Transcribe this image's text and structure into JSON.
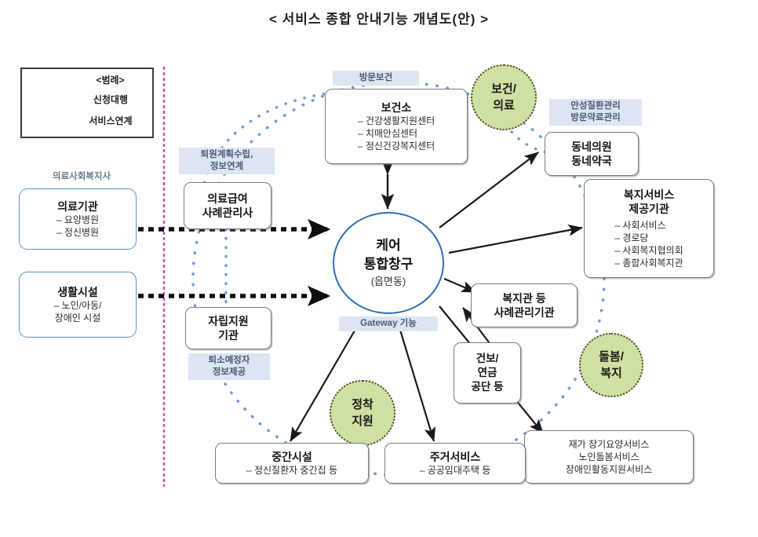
{
  "title": "< 서비스 종합 안내기능 개념도(안) >",
  "legend": {
    "heading": "<범례>",
    "items": [
      {
        "label": "신청대행",
        "style": "thick-dashed-arrow"
      },
      {
        "label": "서비스연계",
        "style": "thin-solid-arrow"
      }
    ]
  },
  "hub": {
    "line1": "케어",
    "line2": "통합창구",
    "line3": "(읍면동)",
    "caption": "Gateway 기능"
  },
  "domains": [
    {
      "name": "보건-의료",
      "line1": "보건/",
      "line2": "의료",
      "color": "#cfe0a3"
    },
    {
      "name": "돌봄-복지",
      "line1": "돌봄/",
      "line2": "복지",
      "color": "#cfe0a3"
    },
    {
      "name": "정착-지원",
      "line1": "정착",
      "line2": "지원",
      "color": "#cfe0a3"
    }
  ],
  "left_nodes": [
    {
      "caption": "의료사회복지사",
      "heading": "의료기관",
      "items": [
        "– 요양병원",
        "– 정신병원"
      ]
    },
    {
      "caption": "",
      "heading": "생활시설",
      "items": [
        "– 노인/아동/",
        "장애인 시설"
      ]
    }
  ],
  "mid_nodes": [
    {
      "caption": "퇴원계획수립,\n정보연계",
      "caption_l1": "퇴원계획수립,",
      "caption_l2": "정보연계",
      "line1": "의료급여",
      "line2": "사례관리사"
    },
    {
      "line1": "자립지원",
      "line2": "기관",
      "note_l1": "퇴소예정자",
      "note_l2": "정보제공"
    }
  ],
  "top_nodes": [
    {
      "caption": "방문보건",
      "heading": "보건소",
      "items": [
        "– 건강생활지원센터",
        "– 치매안심센터",
        "– 정신건강복지센터"
      ]
    }
  ],
  "right_nodes": [
    {
      "caption_l1": "만성질환관리",
      "caption_l2": "방문약료관리",
      "line1": "동네의원",
      "line2": "동네약국"
    },
    {
      "heading_l1": "복지서비스",
      "heading_l2": "제공기관",
      "items": [
        "– 사회서비스",
        "– 경로당",
        "– 사회복지협의회",
        "– 종합사회복지관"
      ]
    },
    {
      "line1": "복지관 등",
      "line2": "사례관리기관"
    },
    {
      "line1": "건보/",
      "line2": "연금",
      "line3": "공단 등"
    },
    {
      "line1": "재가 장기요양서비스",
      "line2": "노인돌봄서비스",
      "line3": "장애인활동지원서비스"
    }
  ],
  "bottom_nodes": [
    {
      "heading": "중간시설",
      "items": [
        "– 정신질환자 중간집 등"
      ]
    },
    {
      "heading": "주거서비스",
      "items": [
        "– 공공임대주택 등"
      ]
    }
  ],
  "colors": {
    "hub_border": "#2f6fb5",
    "green_circle": "#cfe0a3",
    "caption_bg": "#dde5f2",
    "caption_text": "#4a5a78",
    "dotted_ellipse": "#6f9fd8",
    "divider_line": "#bf5fb5",
    "box_border": "#7b7b7b",
    "blue_box_border": "#5b8fc9"
  }
}
